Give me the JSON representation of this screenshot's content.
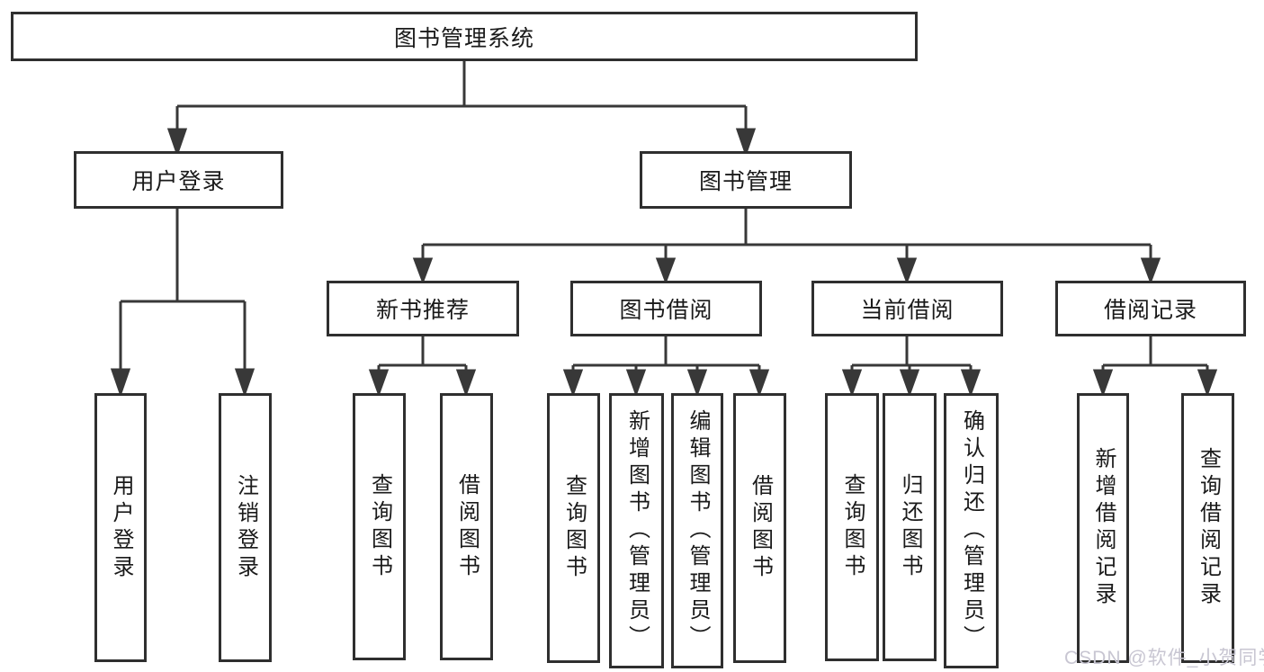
{
  "diagram": {
    "root": "图书管理系统",
    "branches": {
      "user_login": {
        "label": "用户登录",
        "children": [
          "用户登录",
          "注销登录"
        ]
      },
      "book_management": {
        "label": "图书管理",
        "groups": {
          "new_book": {
            "label": "新书推荐",
            "children": [
              "查询图书",
              "借阅图书"
            ]
          },
          "borrow": {
            "label": "图书借阅",
            "children": [
              "查询图书",
              "新增图书（管理员）",
              "编辑图书（管理员）",
              "借阅图书"
            ]
          },
          "current": {
            "label": "当前借阅",
            "children": [
              "查询图书",
              "归还图书",
              "确认归还（管理员）"
            ]
          },
          "records": {
            "label": "借阅记录",
            "children": [
              "新增借阅记录",
              "查询借阅记录"
            ]
          }
        }
      }
    }
  },
  "watermark": "CSDN @软件_小贺同学",
  "colors": {
    "line": "#383838",
    "box_border": "#2f2f2f",
    "text": "#1a1a1a",
    "background": "#ffffff",
    "watermark": "#c8c6d2"
  }
}
